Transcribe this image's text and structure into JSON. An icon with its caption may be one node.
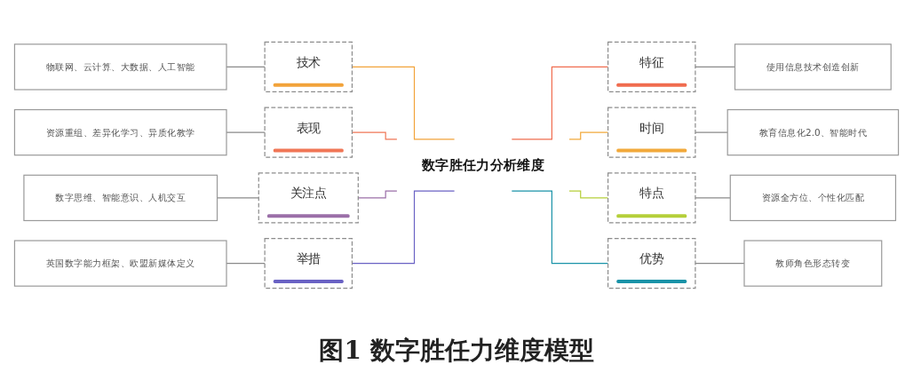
{
  "diagram": {
    "caption": "图1 数字胜任力维度模型",
    "nodes": [
      {
        "text": [
          "数字胜任力分析维度"
        ]
      },
      {
        "text": [
          "技术"
        ]
      },
      {
        "text": [
          "物联网、云计算、大数据、人工智能"
        ]
      },
      {
        "text": [
          "表现"
        ]
      },
      {
        "text": [
          "资源重组、差异化学习、异质化教学"
        ]
      },
      {
        "text": [
          "关注点"
        ]
      },
      {
        "text": [
          "数字思维、智能意识、人机交互"
        ]
      },
      {
        "text": [
          "举措"
        ]
      },
      {
        "text": [
          "英国数字能力框架、欧盟新媒体定义"
        ]
      },
      {
        "text": [
          "特征"
        ]
      },
      {
        "text": [
          "使用信息技术创造创新"
        ]
      },
      {
        "text": [
          "时间"
        ]
      },
      {
        "text": [
          "教育信息化2.0、智能时代"
        ]
      },
      {
        "text": [
          "特点"
        ]
      },
      {
        "text": [
          "资源全方位、个性化匹配"
        ]
      },
      {
        "text": [
          "优势"
        ]
      },
      {
        "text": [
          "教师角色形态转变"
        ]
      }
    ],
    "edges": [
      {
        "from": 1,
        "to": 0,
        "arrow": "none",
        "color": "#f2a33a"
      },
      {
        "from": 2,
        "to": 1,
        "arrow": "none"
      },
      {
        "from": 3,
        "to": 0,
        "arrow": "none",
        "color": "#f07656"
      },
      {
        "from": 4,
        "to": 3,
        "arrow": "none"
      },
      {
        "from": 5,
        "to": 0,
        "arrow": "none",
        "color": "#9b6fa8"
      },
      {
        "from": 6,
        "to": 5,
        "arrow": "none"
      },
      {
        "from": 7,
        "to": 0,
        "arrow": "none",
        "color": "#6a62c4"
      },
      {
        "from": 8,
        "to": 7,
        "arrow": "none"
      },
      {
        "from": 0,
        "to": 9,
        "arrow": "none",
        "color": "#f06c4f"
      },
      {
        "from": 9,
        "to": 10,
        "arrow": "none"
      },
      {
        "from": 0,
        "to": 11,
        "arrow": "none",
        "color": "#f2a93b"
      },
      {
        "from": 11,
        "to": 12,
        "arrow": "none"
      },
      {
        "from": 0,
        "to": 13,
        "arrow": "none",
        "color": "#b5cf3a"
      },
      {
        "from": 13,
        "to": 14,
        "arrow": "none"
      },
      {
        "from": 0,
        "to": 15,
        "arrow": "none",
        "color": "#1a93a8"
      },
      {
        "from": 15,
        "to": 16,
        "arrow": "none"
      }
    ]
  }
}
